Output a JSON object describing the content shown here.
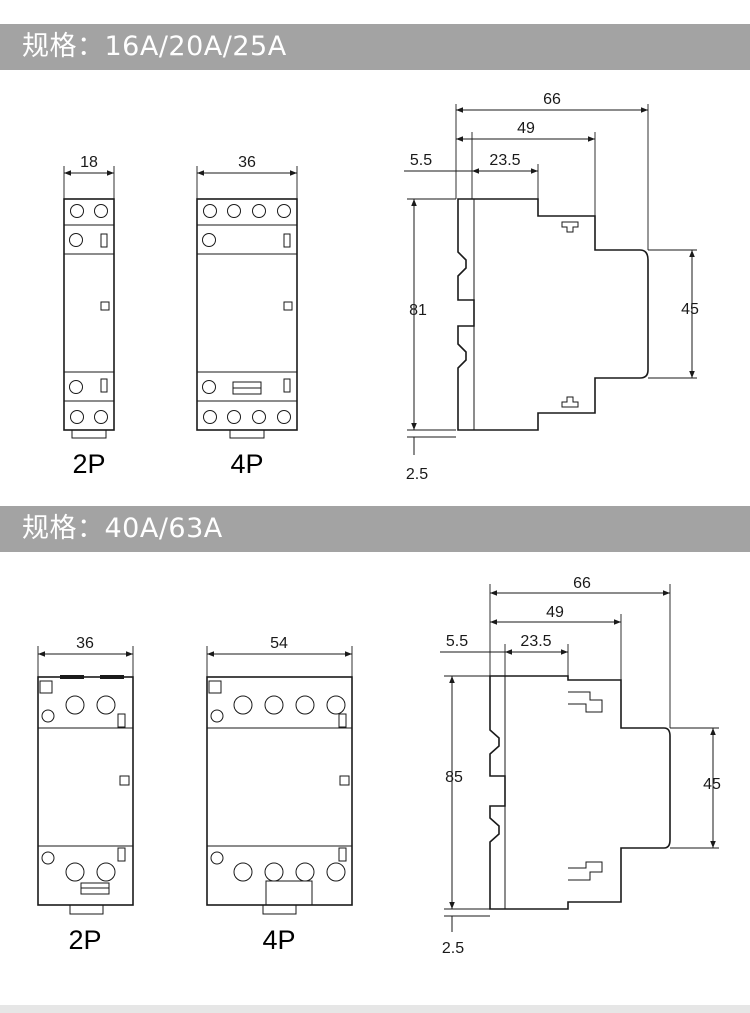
{
  "sections": [
    {
      "title": "规格：16A/20A/25A",
      "front_views": [
        {
          "label": "2P",
          "width_dim": "18"
        },
        {
          "label": "4P",
          "width_dim": "36"
        }
      ],
      "side_view": {
        "overall": "66",
        "mid": "49",
        "offset": "5.5",
        "step": "23.5",
        "height": "81",
        "face": "45",
        "base": "2.5"
      }
    },
    {
      "title": "规格：40A/63A",
      "front_views": [
        {
          "label": "2P",
          "width_dim": "36"
        },
        {
          "label": "4P",
          "width_dim": "54"
        }
      ],
      "side_view": {
        "overall": "66",
        "mid": "49",
        "offset": "5.5",
        "step": "23.5",
        "height": "85",
        "face": "45",
        "base": "2.5"
      }
    }
  ]
}
